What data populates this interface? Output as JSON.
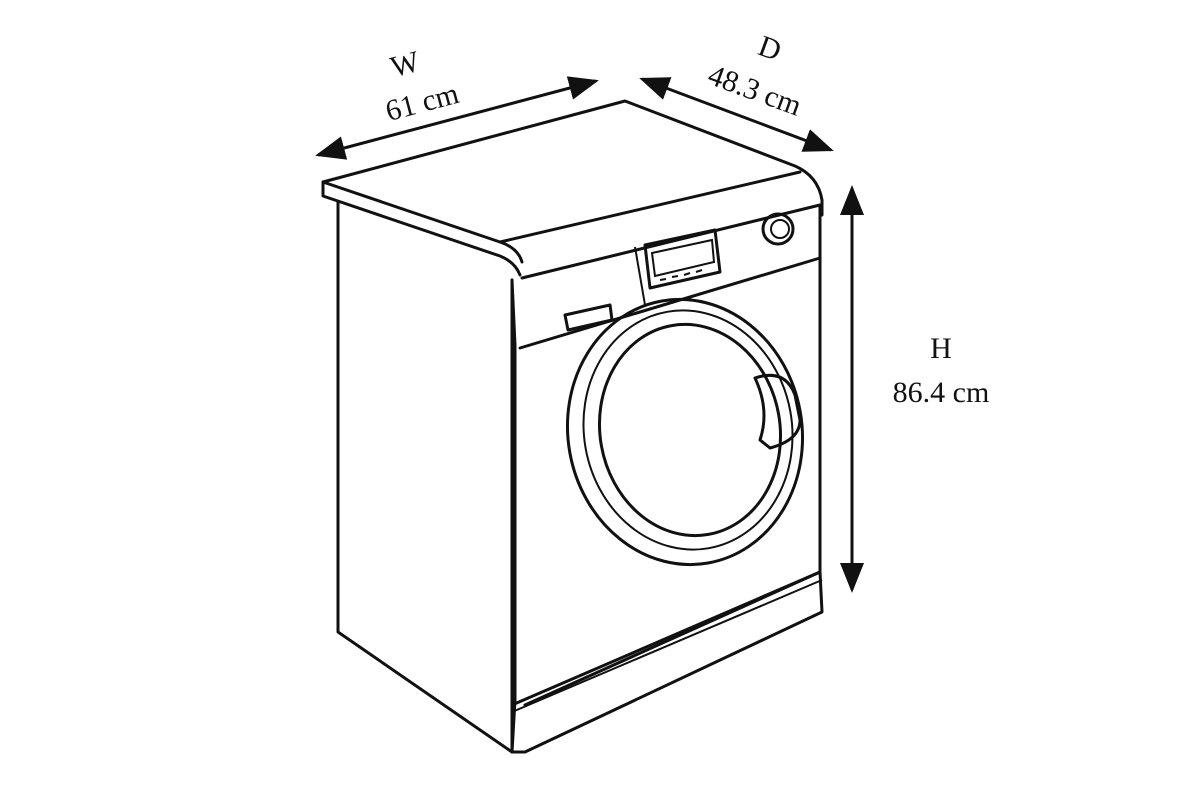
{
  "diagram": {
    "subject": "washing-machine",
    "dimensions": {
      "width": {
        "letter": "W",
        "value": "61 cm"
      },
      "depth": {
        "letter": "D",
        "value": "48.3 cm"
      },
      "height": {
        "letter": "H",
        "value": "86.4 cm"
      }
    },
    "colors": {
      "line": "#111111",
      "background": "#ffffff"
    }
  }
}
